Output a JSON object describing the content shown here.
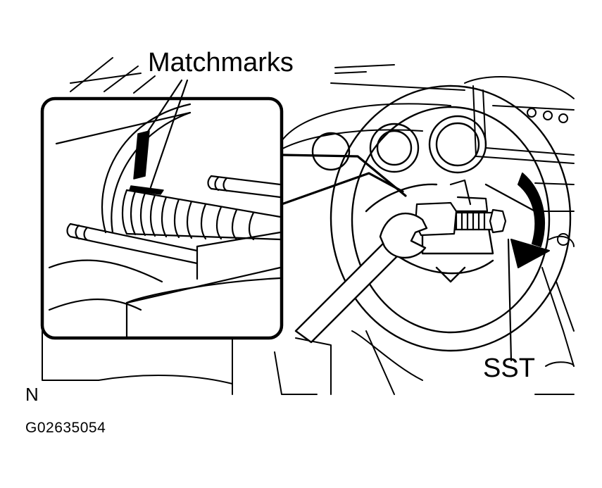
{
  "labels": {
    "matchmarks": "Matchmarks",
    "sst": "SST",
    "view_letter": "N",
    "figure_code": "G02635054"
  },
  "colors": {
    "ink": "#000000",
    "paper": "#ffffff"
  }
}
